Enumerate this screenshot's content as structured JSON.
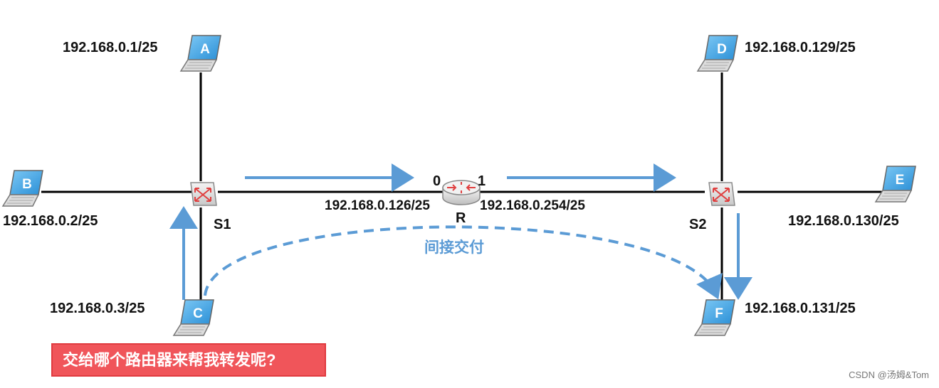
{
  "hosts": [
    {
      "id": "A",
      "ip": "192.168.0.1/25"
    },
    {
      "id": "B",
      "ip": "192.168.0.2/25"
    },
    {
      "id": "C",
      "ip": "192.168.0.3/25"
    },
    {
      "id": "D",
      "ip": "192.168.0.129/25"
    },
    {
      "id": "E",
      "ip": "192.168.0.130/25"
    },
    {
      "id": "F",
      "ip": "192.168.0.131/25"
    }
  ],
  "switches": [
    {
      "id": "S1"
    },
    {
      "id": "S2"
    }
  ],
  "router": {
    "id": "R",
    "interfaces": [
      {
        "port": "0",
        "ip": "192.168.0.126/25"
      },
      {
        "port": "1",
        "ip": "192.168.0.254/25"
      }
    ]
  },
  "annotation": "间接交付",
  "callout": "交给哪个路由器来帮我转发呢?",
  "watermark": "CSDN @汤姆&Tom",
  "colors": {
    "arrow": "#5b9bd5",
    "callout_bg": "#f0555a",
    "laptop_screen": "#3aa0e0",
    "link": "#000000"
  }
}
